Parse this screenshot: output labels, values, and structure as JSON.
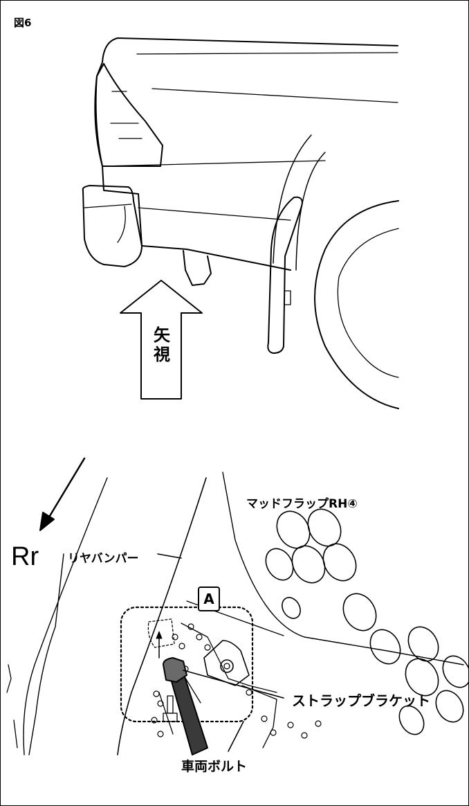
{
  "figure": {
    "label": "図6"
  },
  "view_arrow": {
    "line1": "矢",
    "line2": "視"
  },
  "direction": {
    "label": "Rr"
  },
  "callouts": {
    "rear_bumper": "リヤバンパー",
    "mud_flap": "マッドフラップRH④",
    "strap_bracket": "ストラップブラケット",
    "vehicle_bolt": "車両ボルト"
  },
  "detail_badge": {
    "label": "A"
  }
}
